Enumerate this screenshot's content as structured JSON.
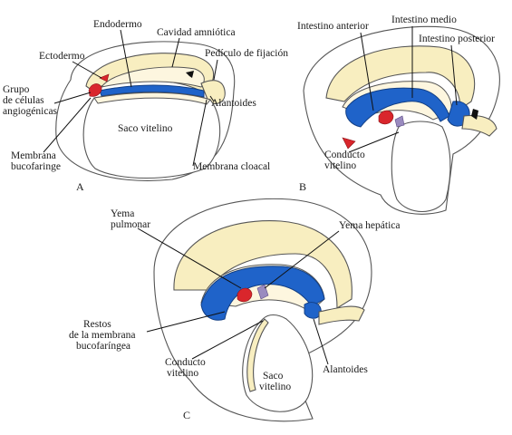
{
  "panels": {
    "a": {
      "letter": "A",
      "labels": {
        "endodermo": "Endodermo",
        "cavidad_amniotica": "Cavidad amniótica",
        "ectodermo": "Ectodermo",
        "pediculo": "Pedículo de fijación",
        "grupo_1": "Grupo",
        "grupo_2": "de células",
        "grupo_3": "angiogénicas",
        "alantoides": "Alantoides",
        "saco_vitelino": "Saco vitelino",
        "membrana_bucofaringe_1": "Membrana",
        "membrana_bucofaringe_2": "bucofaringe",
        "membrana_cloacal": "Membrana cloacal"
      }
    },
    "b": {
      "letter": "B",
      "labels": {
        "intestino_anterior": "Intestino anterior",
        "intestino_medio": "Intestino medio",
        "intestino_posterior": "Intestino posterior",
        "conducto_1": "Conducto",
        "conducto_2": "vitelino"
      }
    },
    "c": {
      "letter": "C",
      "labels": {
        "yema_pulmonar_1": "Yema",
        "yema_pulmonar_2": "pulmonar",
        "yema_hepatica": "Yema hepática",
        "restos_1": "Restos",
        "restos_2": "de la membrana",
        "restos_3": "bucofaríngea",
        "conducto_1": "Conducto",
        "conducto_2": "vitelino",
        "saco_1": "Saco",
        "saco_2": "vitelino",
        "alantoides": "Alantoides"
      }
    }
  },
  "colors": {
    "endoderm": "#1f63c9",
    "ectoderm": "#f8eec0",
    "heart": "#d9262c",
    "outline": "#555555"
  }
}
